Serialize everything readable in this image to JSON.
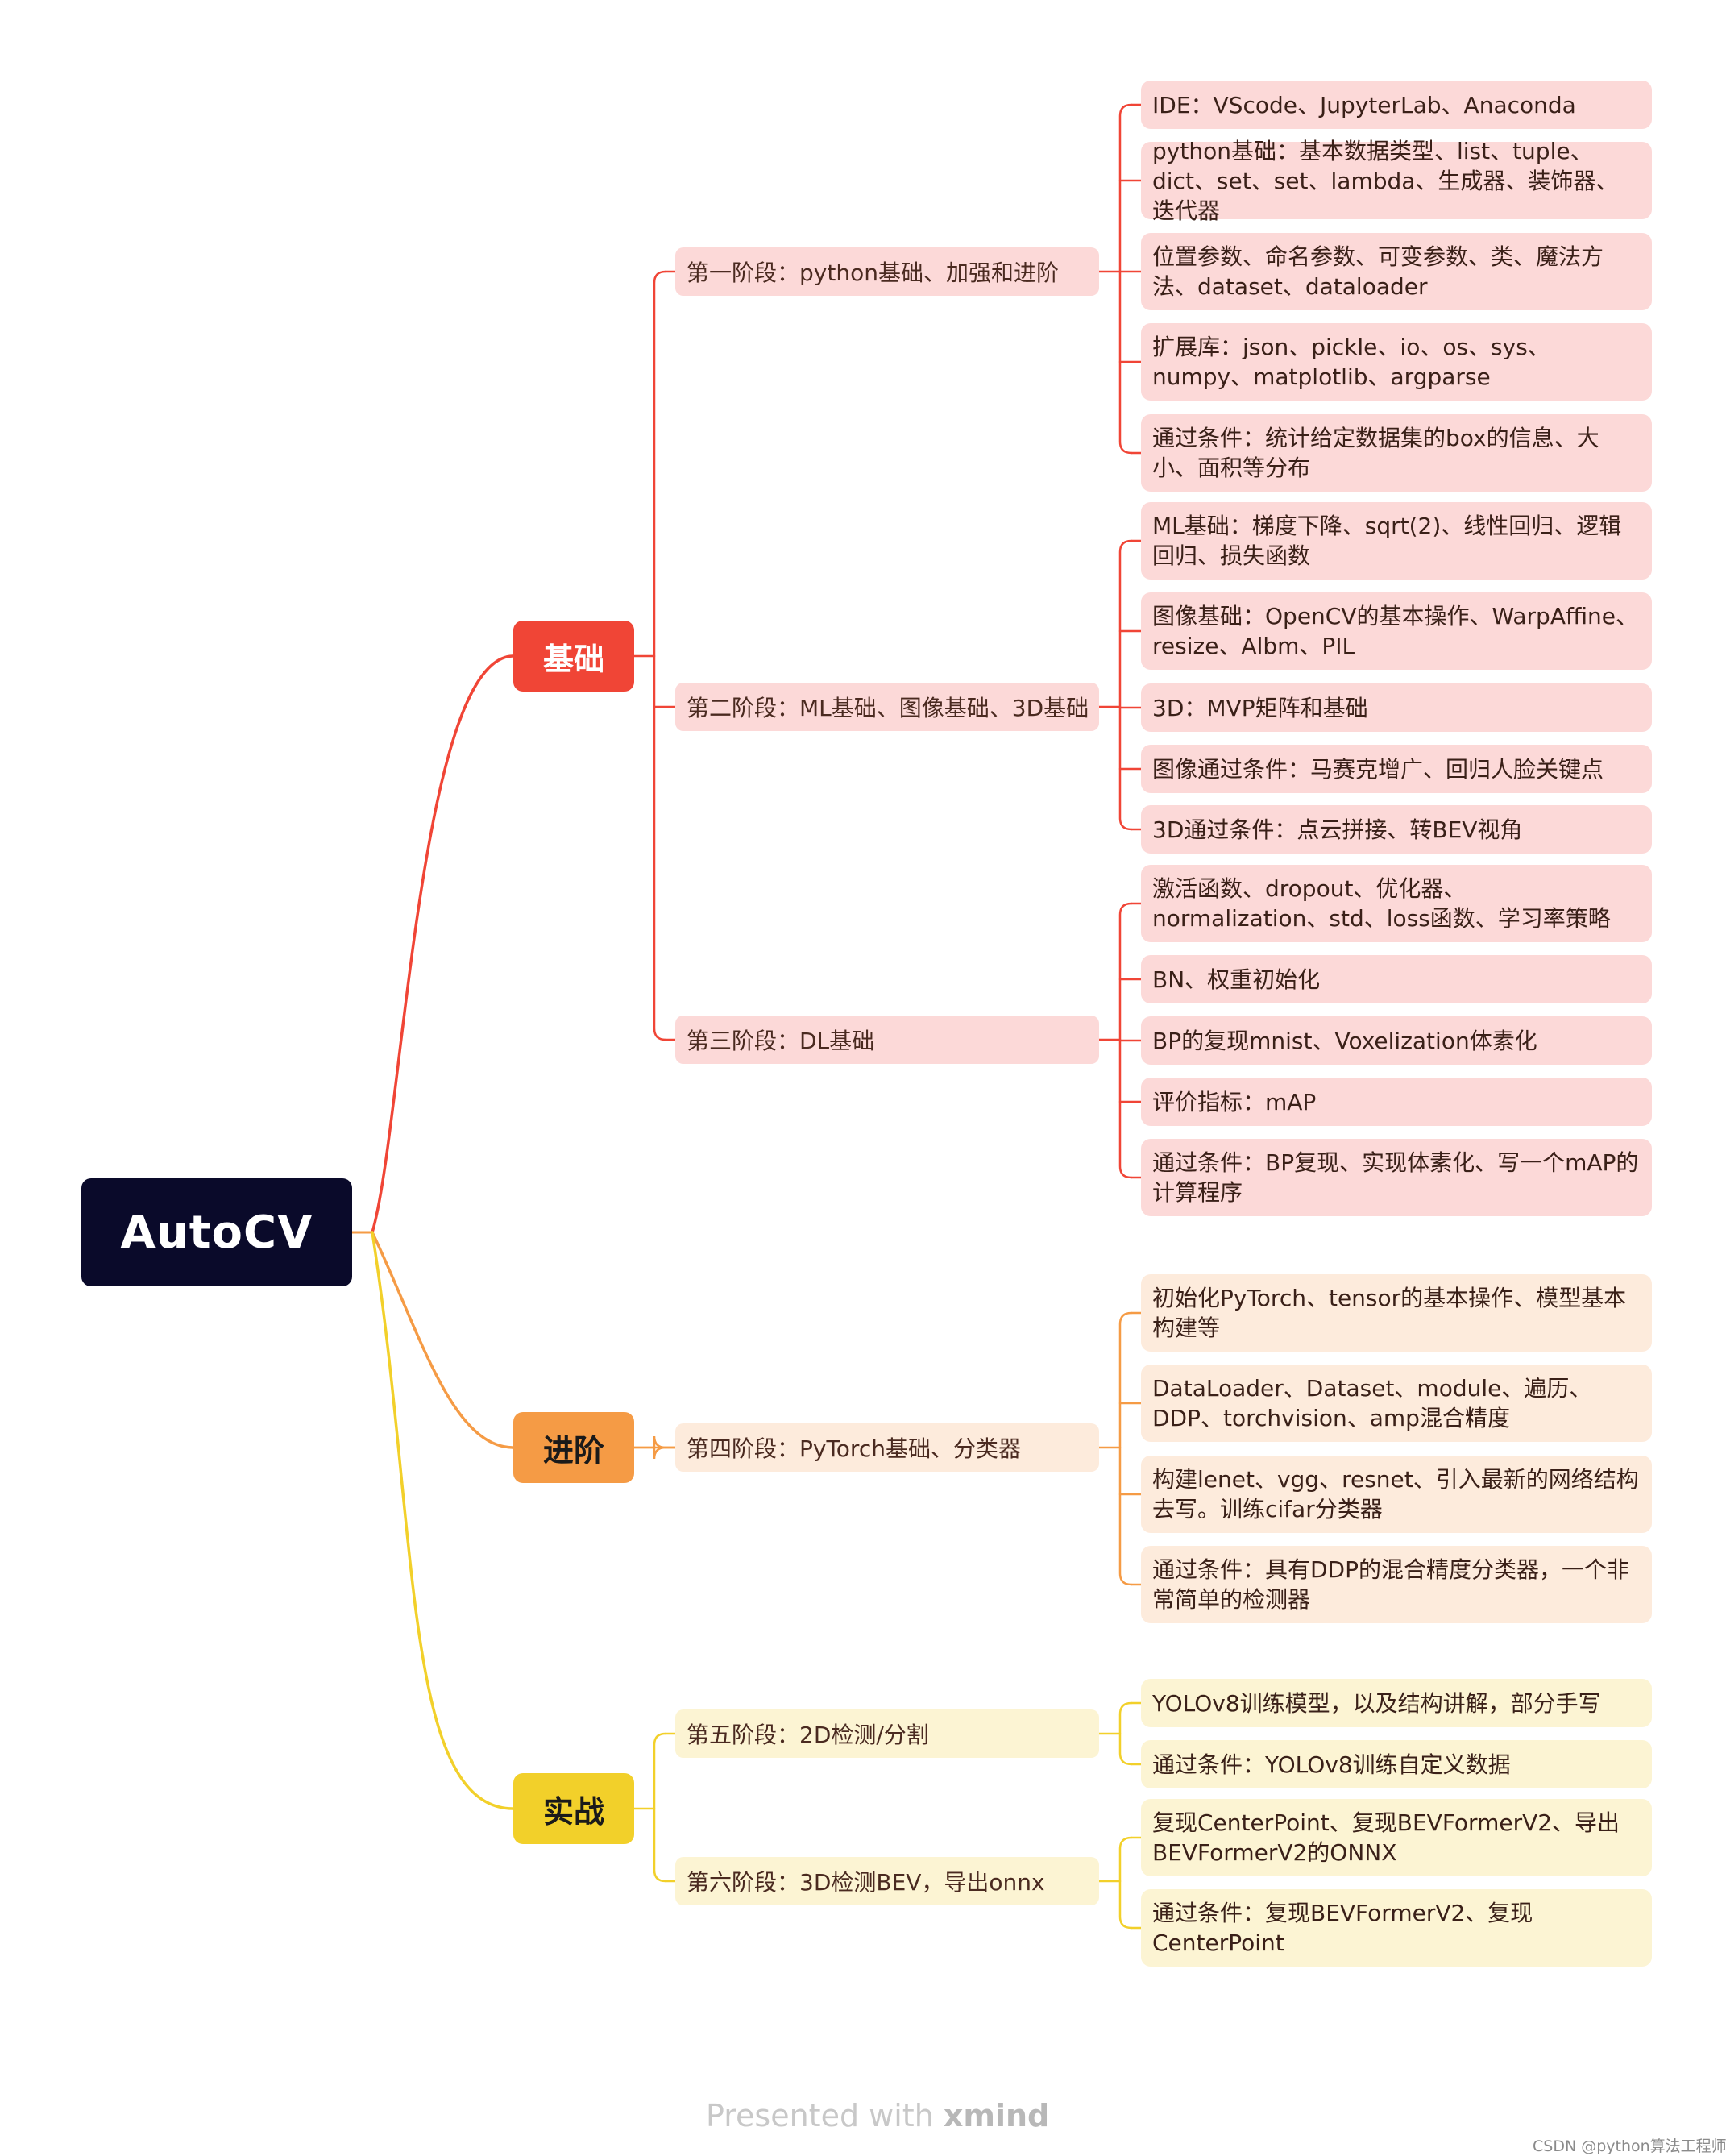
{
  "root": {
    "label": "AutoCV"
  },
  "branches": [
    {
      "label": "基础",
      "color": "#f04536",
      "stages": [
        {
          "label": "第一阶段：python基础、加强和进阶",
          "leaves": [
            "IDE：VScode、JupyterLab、Anaconda",
            "python基础：基本数据类型、list、tuple、dict、set、set、lambda、生成器、装饰器、迭代器",
            "位置参数、命名参数、可变参数、类、魔法方法、dataset、dataloader",
            "扩展库：json、pickle、io、os、sys、numpy、matplotlib、argparse",
            "通过条件：统计给定数据集的box的信息、大小、面积等分布"
          ]
        },
        {
          "label": "第二阶段：ML基础、图像基础、3D基础",
          "leaves": [
            "ML基础：梯度下降、sqrt(2)、线性回归、逻辑回归、损失函数",
            "图像基础：OpenCV的基本操作、WarpAffine、resize、Albm、PIL",
            "3D：MVP矩阵和基础",
            "图像通过条件：马赛克增广、回归人脸关键点",
            "3D通过条件：点云拼接、转BEV视角"
          ]
        },
        {
          "label": "第三阶段：DL基础",
          "leaves": [
            "激活函数、dropout、优化器、normalization、std、loss函数、学习率策略",
            "BN、权重初始化",
            "BP的复现mnist、Voxelization体素化",
            "评价指标：mAP",
            "通过条件：BP复现、实现体素化、写一个mAP的计算程序"
          ]
        }
      ]
    },
    {
      "label": "进阶",
      "color": "#f59b45",
      "stages": [
        {
          "label": "第四阶段：PyTorch基础、分类器",
          "leaves": [
            "初始化PyTorch、tensor的基本操作、模型基本构建等",
            "DataLoader、Dataset、module、遍历、DDP、torchvision、amp混合精度",
            "构建lenet、vgg、resnet、引入最新的网络结构去写。训练cifar分类器",
            "通过条件：具有DDP的混合精度分类器，一个非常简单的检测器"
          ]
        }
      ]
    },
    {
      "label": "实战",
      "color": "#f2d02a",
      "stages": [
        {
          "label": "第五阶段：2D检测/分割",
          "leaves": [
            "YOLOv8训练模型，以及结构讲解，部分手写",
            "通过条件：YOLOv8训练自定义数据"
          ]
        },
        {
          "label": "第六阶段：3D检测BEV，导出onnx",
          "leaves": [
            "复现CenterPoint、复现BEVFormerV2、导出BEVFormerV2的ONNX",
            "通过条件：复现BEVFormerV2、复现CenterPoint"
          ]
        }
      ]
    }
  ],
  "footer": {
    "prefix": "Presented with ",
    "brand": "xmind"
  },
  "watermark": "CSDN @python算法工程师"
}
